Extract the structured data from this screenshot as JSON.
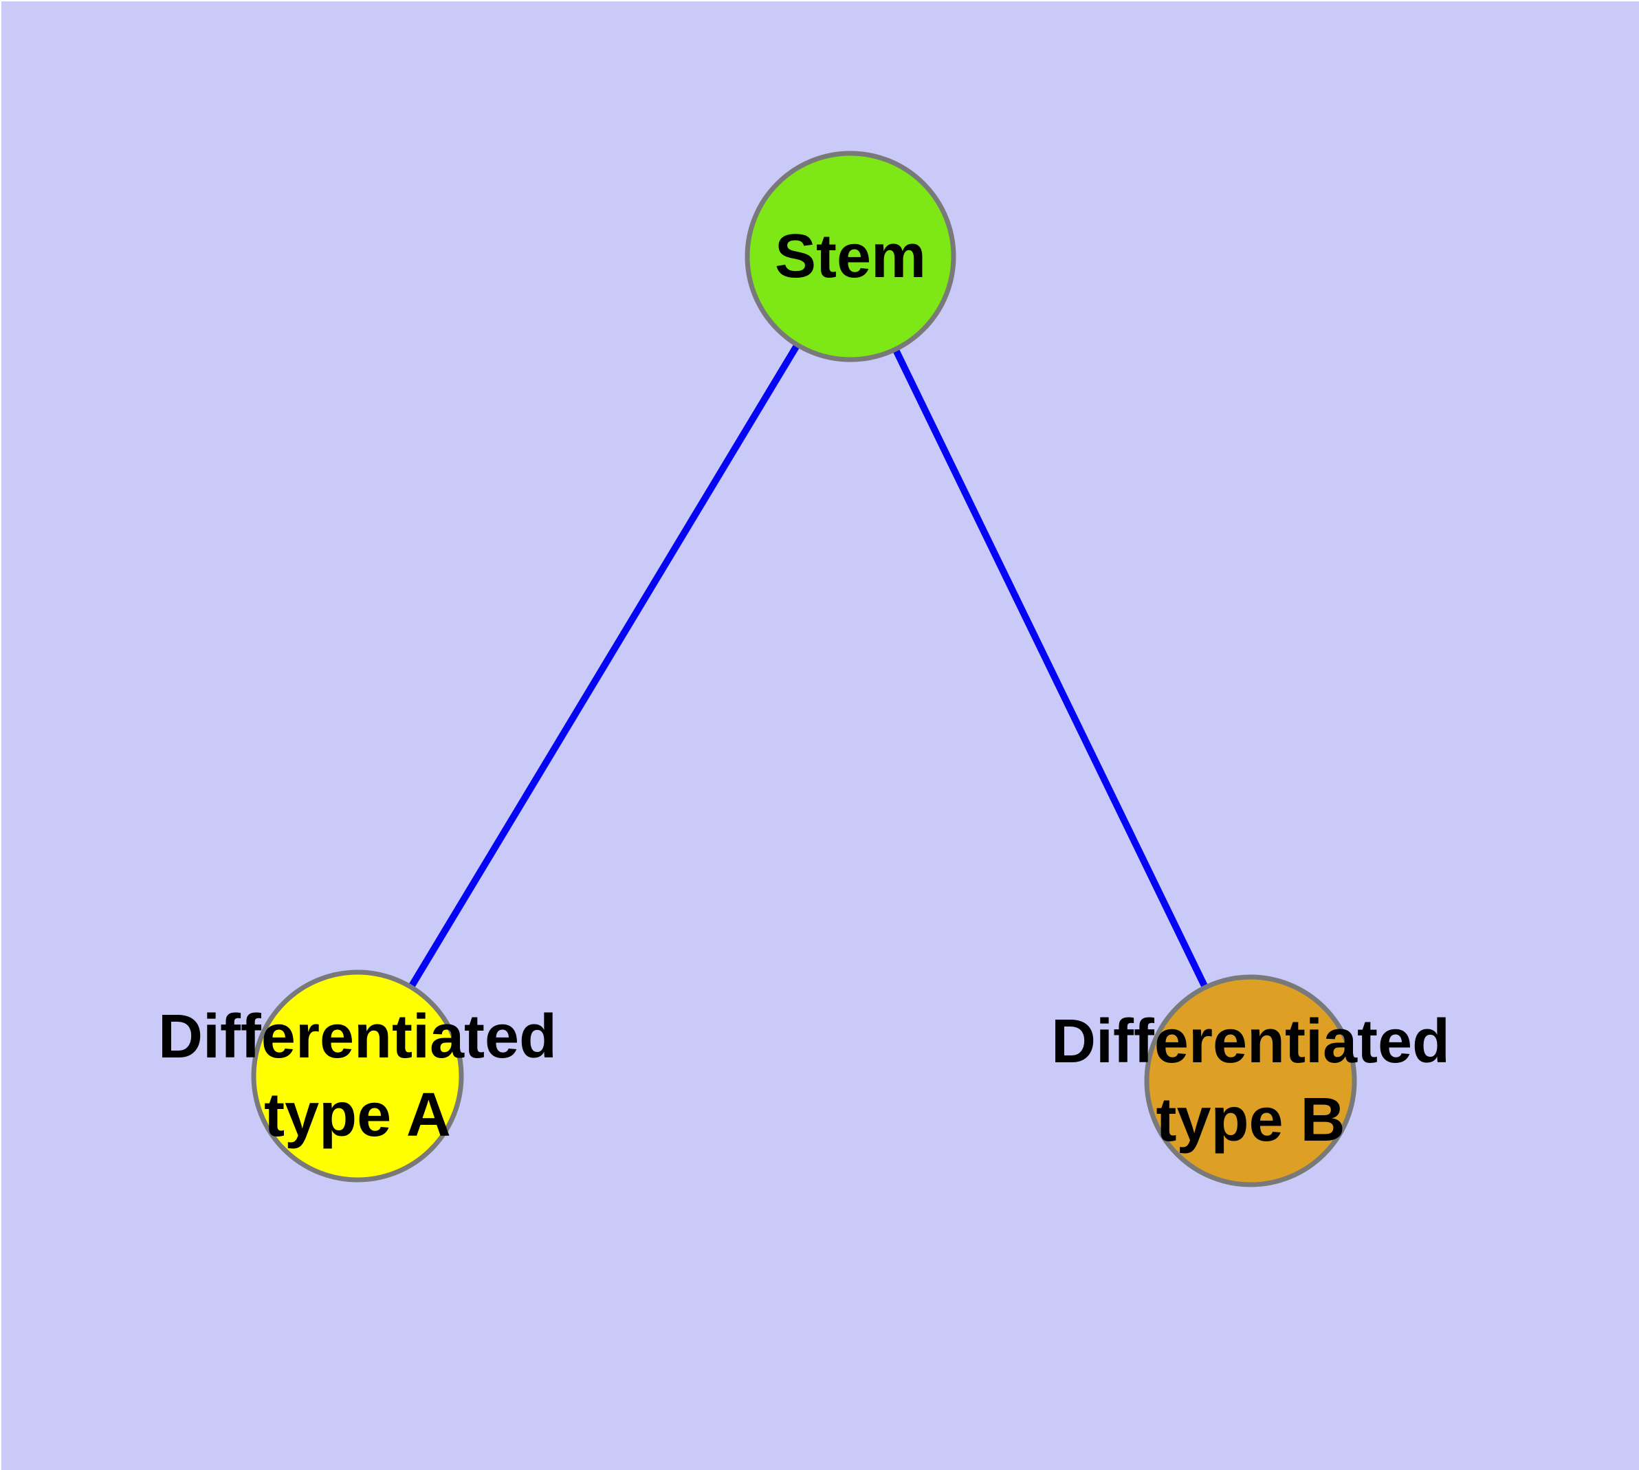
{
  "diagram": {
    "type": "node-link-graph",
    "description": "Cell differentiation hierarchy diagram",
    "colors": {
      "background": "#CACAF8",
      "edge": "#0505F5",
      "node_border": "#797979",
      "label_text": "#000000"
    },
    "nodes": [
      {
        "id": "stem",
        "label": "Stem",
        "fill": "#7DE816"
      },
      {
        "id": "differentiated-type-a",
        "label_lines": [
          "Differentiated",
          "type A"
        ],
        "fill": "#FFFF00"
      },
      {
        "id": "differentiated-type-b",
        "label_lines": [
          "Differentiated",
          "type B"
        ],
        "fill": "#DEA024"
      }
    ],
    "edges": [
      {
        "from": "stem",
        "to": "differentiated-type-a"
      },
      {
        "from": "stem",
        "to": "differentiated-type-b"
      }
    ]
  }
}
